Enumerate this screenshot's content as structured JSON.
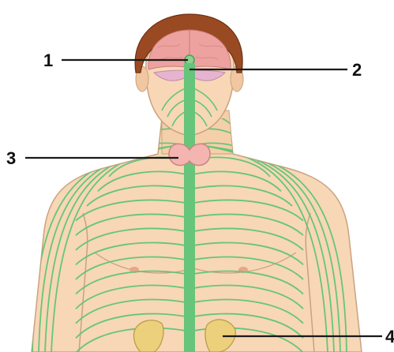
{
  "labels": [
    {
      "id": "1",
      "text": "1"
    },
    {
      "id": "2",
      "text": "2"
    },
    {
      "id": "3",
      "text": "3"
    },
    {
      "id": "4",
      "text": "4"
    }
  ],
  "colors": {
    "skin": "#f7d7b5",
    "skin_outline": "#caa27f",
    "hair": "#9a4a22",
    "hair_dark": "#6e2f12",
    "brain": "#eda2a0",
    "nerves": "#66c57a",
    "nerves_dark": "#3fa35a",
    "thyroid": "#f4b5b0",
    "adrenal": "#ecd07c",
    "line": "#1a1a1a"
  }
}
